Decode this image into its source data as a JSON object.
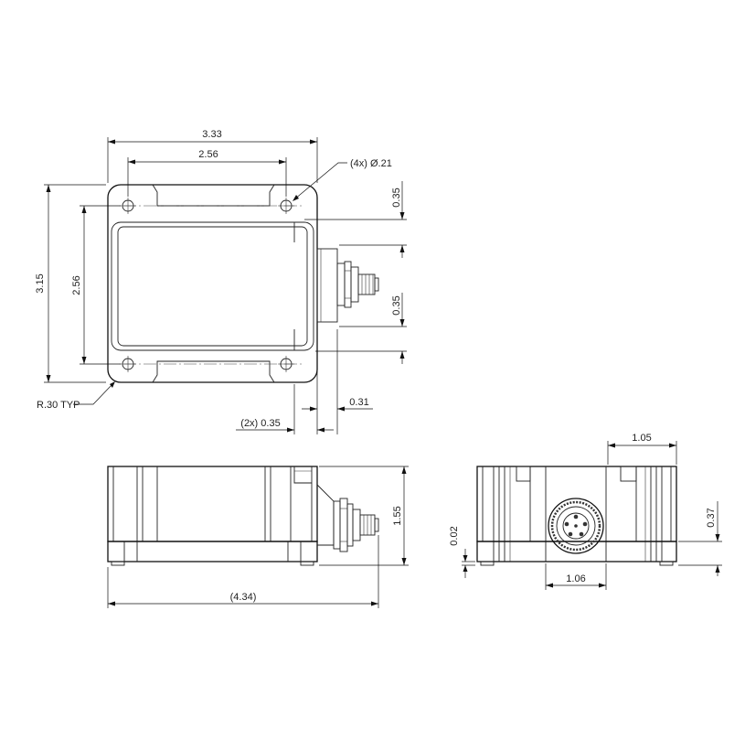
{
  "top_view": {
    "overall_width": "3.33",
    "hole_spacing_x": "2.56",
    "hole_callout": "(4x) Ø.21",
    "overall_height": "3.15",
    "hole_spacing_y": "2.56",
    "edge_offset_top": "0.35",
    "edge_offset_bottom": "0.35",
    "connector_offset": "0.31",
    "flange_width": "(2x) 0.35",
    "corner_radius": "R.30 TYP"
  },
  "side_view": {
    "overall_length": "(4.34)",
    "height": "1.55"
  },
  "end_view": {
    "width": "1.05",
    "connector_width": "1.06",
    "base_gap": "0.02",
    "connector_center_height": "0.37"
  }
}
